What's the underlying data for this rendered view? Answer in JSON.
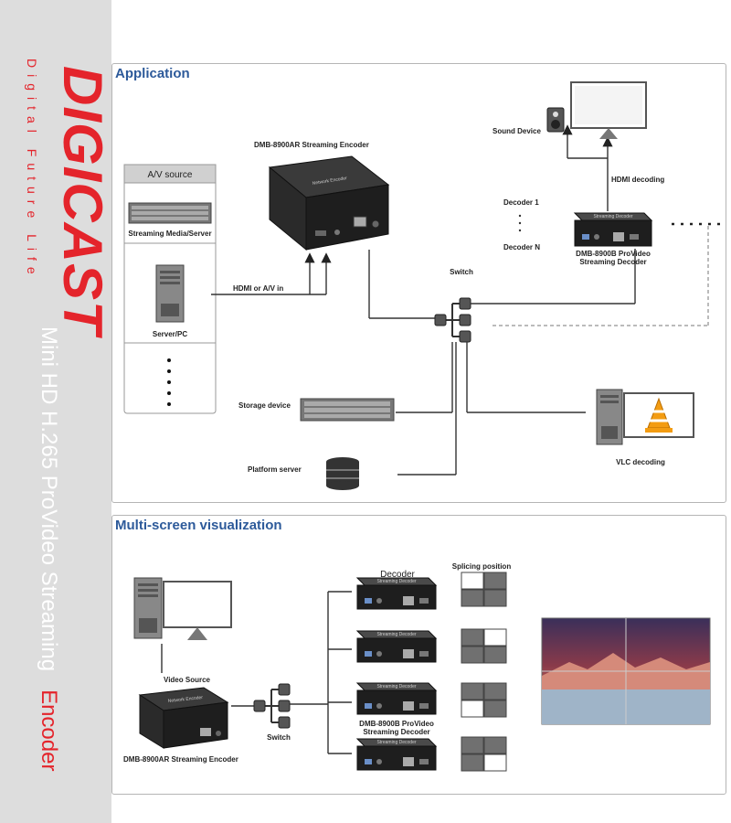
{
  "sidebar": {
    "logo_text": "DIGICAST",
    "tagline": "Digital Future Life",
    "product_title": "Mini HD H.265 ProVideo Streaming",
    "product_title_accent": "Encoder"
  },
  "application": {
    "heading": "Application",
    "av_source": "A/V source",
    "streaming_media_server": "Streaming Media/Server",
    "server_pc": "Server/PC",
    "encoder_title": "DMB-8900AR Streaming Encoder",
    "encoder_face_label": "Network Encoder",
    "hdmi_in": "HDMI or A/V in",
    "switch": "Switch",
    "sound_device": "Sound Device",
    "hdmi_decoding": "HDMI decoding",
    "decoder_1": "Decoder 1",
    "decoder_n": "Decoder N",
    "decoder_title_line1": "DMB-8900B ProVideo",
    "decoder_title_line2": "Streaming Decoder",
    "decoder_face_label": "Streaming Decoder",
    "storage_device": "Storage device",
    "platform_server": "Platform server",
    "vlc_decoding": "VLC decoding"
  },
  "multiscreen": {
    "heading": "Multi-screen visualization",
    "video_source": "Video Source",
    "encoder_title": "DMB-8900AR Streaming Encoder",
    "encoder_face_label": "Network Encoder",
    "switch": "Switch",
    "decoder": "Decoder",
    "splicing_position": "Splicing position",
    "decoder_title_line1": "DMB-8900B ProVideo",
    "decoder_title_line2": "Streaming Decoder",
    "decoder_face_label": "Streaming Decoder",
    "splice_highlight": [
      1,
      2,
      3,
      4
    ]
  }
}
